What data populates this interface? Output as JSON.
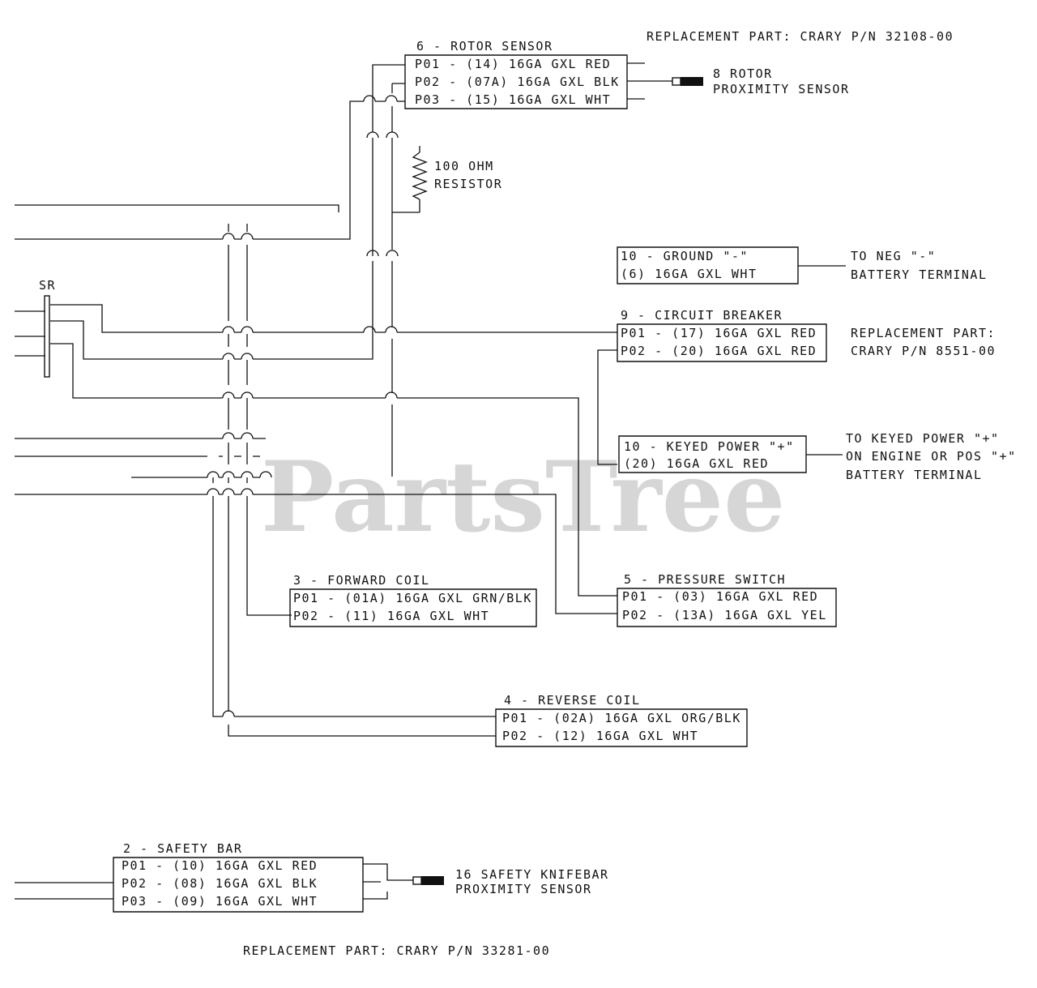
{
  "watermark": "PartsTree",
  "sr_label": "SR",
  "rotor_sensor": {
    "title": "6 - ROTOR SENSOR",
    "rows": [
      "P01 - (14) 16GA GXL RED",
      "P02 - (07A) 16GA GXL BLK",
      "P03 - (15) 16GA GXL WHT"
    ],
    "replacement": "REPLACEMENT PART:  CRARY P/N 32108-00",
    "device_line1": "8 ROTOR",
    "device_line2": "PROXIMITY SENSOR"
  },
  "resistor": {
    "line1": "100 OHM",
    "line2": "RESISTOR"
  },
  "ground": {
    "rows": [
      "10 - GROUND \"-\"",
      "(6) 16GA GXL WHT"
    ],
    "target_line1": "TO NEG \"-\"",
    "target_line2": "BATTERY TERMINAL"
  },
  "circuit_breaker": {
    "title": "9 - CIRCUIT BREAKER",
    "rows": [
      "P01 - (17) 16GA GXL RED",
      "P02 - (20) 16GA GXL RED"
    ],
    "replacement_line1": "REPLACEMENT PART:",
    "replacement_line2": "CRARY P/N  8551-00"
  },
  "keyed_power": {
    "rows": [
      "10 - KEYED POWER \"+\"",
      "(20) 16GA GXL RED"
    ],
    "target_line1": "TO KEYED POWER \"+\"",
    "target_line2": "ON ENGINE OR POS \"+\"",
    "target_line3": "BATTERY TERMINAL"
  },
  "forward_coil": {
    "title": "3 - FORWARD COIL",
    "rows": [
      "P01 - (01A) 16GA GXL GRN/BLK",
      "P02 - (11) 16GA GXL WHT"
    ]
  },
  "pressure_switch": {
    "title": "5 - PRESSURE SWITCH",
    "rows": [
      "P01 - (03) 16GA GXL RED",
      "P02 - (13A) 16GA GXL YEL"
    ]
  },
  "reverse_coil": {
    "title": "4 - REVERSE COIL",
    "rows": [
      "P01 - (02A) 16GA GXL ORG/BLK",
      "P02 - (12) 16GA GXL WHT"
    ]
  },
  "safety_bar": {
    "title": "2 - SAFETY BAR",
    "rows": [
      "P01 - (10) 16GA GXL RED",
      "P02 - (08) 16GA GXL BLK",
      "P03 - (09) 16GA GXL WHT"
    ],
    "device_line1": "16 SAFETY KNIFEBAR",
    "device_line2": "PROXIMITY SENSOR",
    "replacement": "REPLACEMENT PART:  CRARY P/N 33281-00"
  }
}
